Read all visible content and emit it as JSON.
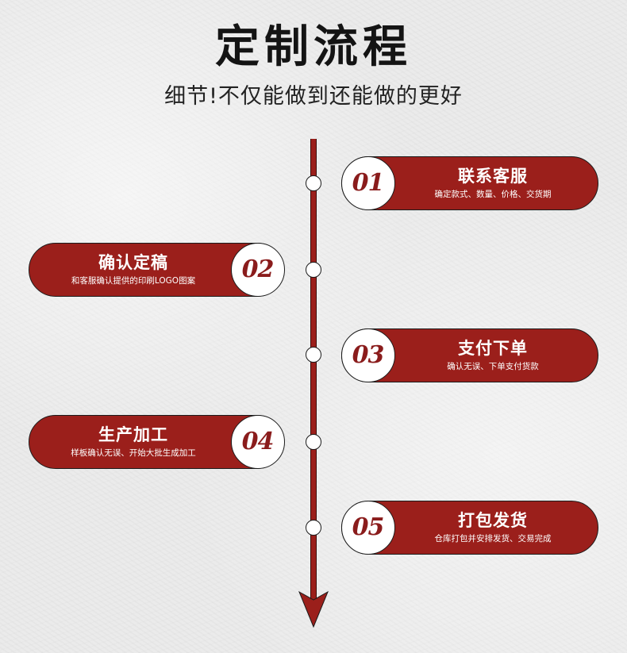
{
  "header": {
    "title": "定制流程",
    "subtitle": "细节!不仅能做到还能做的更好"
  },
  "colors": {
    "accent": "#9b1f1b",
    "number": "#8a1c1c",
    "outline": "#1b1b1b",
    "background": "#ebebeb"
  },
  "steps": [
    {
      "number": "01",
      "title": "联系客服",
      "desc": "确定款式、数量、价格、交货期",
      "side": "right"
    },
    {
      "number": "02",
      "title": "确认定稿",
      "desc": "和客服确认提供的印刷LOGO图案",
      "side": "left"
    },
    {
      "number": "03",
      "title": "支付下单",
      "desc": "确认无误、下单支付货款",
      "side": "right"
    },
    {
      "number": "04",
      "title": "生产加工",
      "desc": "样板确认无误、开始大批生成加工",
      "side": "left"
    },
    {
      "number": "05",
      "title": "打包发货",
      "desc": "仓库打包并安排发货、交易完成",
      "side": "right"
    }
  ]
}
